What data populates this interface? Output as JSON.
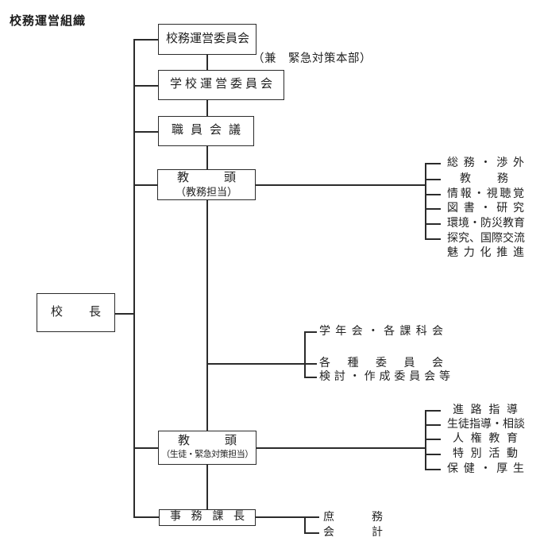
{
  "page": {
    "title": "校務運営組織",
    "background_color": "#ffffff",
    "line_color": "#2b2b2b"
  },
  "chart": {
    "note": "（兼　緊急対策本部）",
    "boxes": {
      "komu_unei_iinkai": "校務運営委員会",
      "gakko_unei_iinkai": "学校運営委員会",
      "shokuin_kaigi": "職員会議",
      "kyoto1": "教頭",
      "kyoto1_sub": "（教務担当）",
      "kocho": "校長",
      "kyoto2": "教頭",
      "kyoto2_sub": "（生徒・緊急対策担当）",
      "jimu_kacho": "事務課長"
    },
    "lists": {
      "kyomu": [
        "総務・渉外",
        "教　務",
        "情報・視聴覚",
        "図書・研究",
        "環境・防災教育",
        "探究、国際交流",
        "魅力化推進"
      ],
      "iinkai": [
        "学年会・各課科会",
        "各種委員会",
        "検討・作成委員会等"
      ],
      "seito": [
        "進路指導",
        "生徒指導・相談",
        "人権教育",
        "特別活動",
        "保健・厚生"
      ],
      "jimu": [
        "庶　務",
        "会　計"
      ]
    }
  }
}
